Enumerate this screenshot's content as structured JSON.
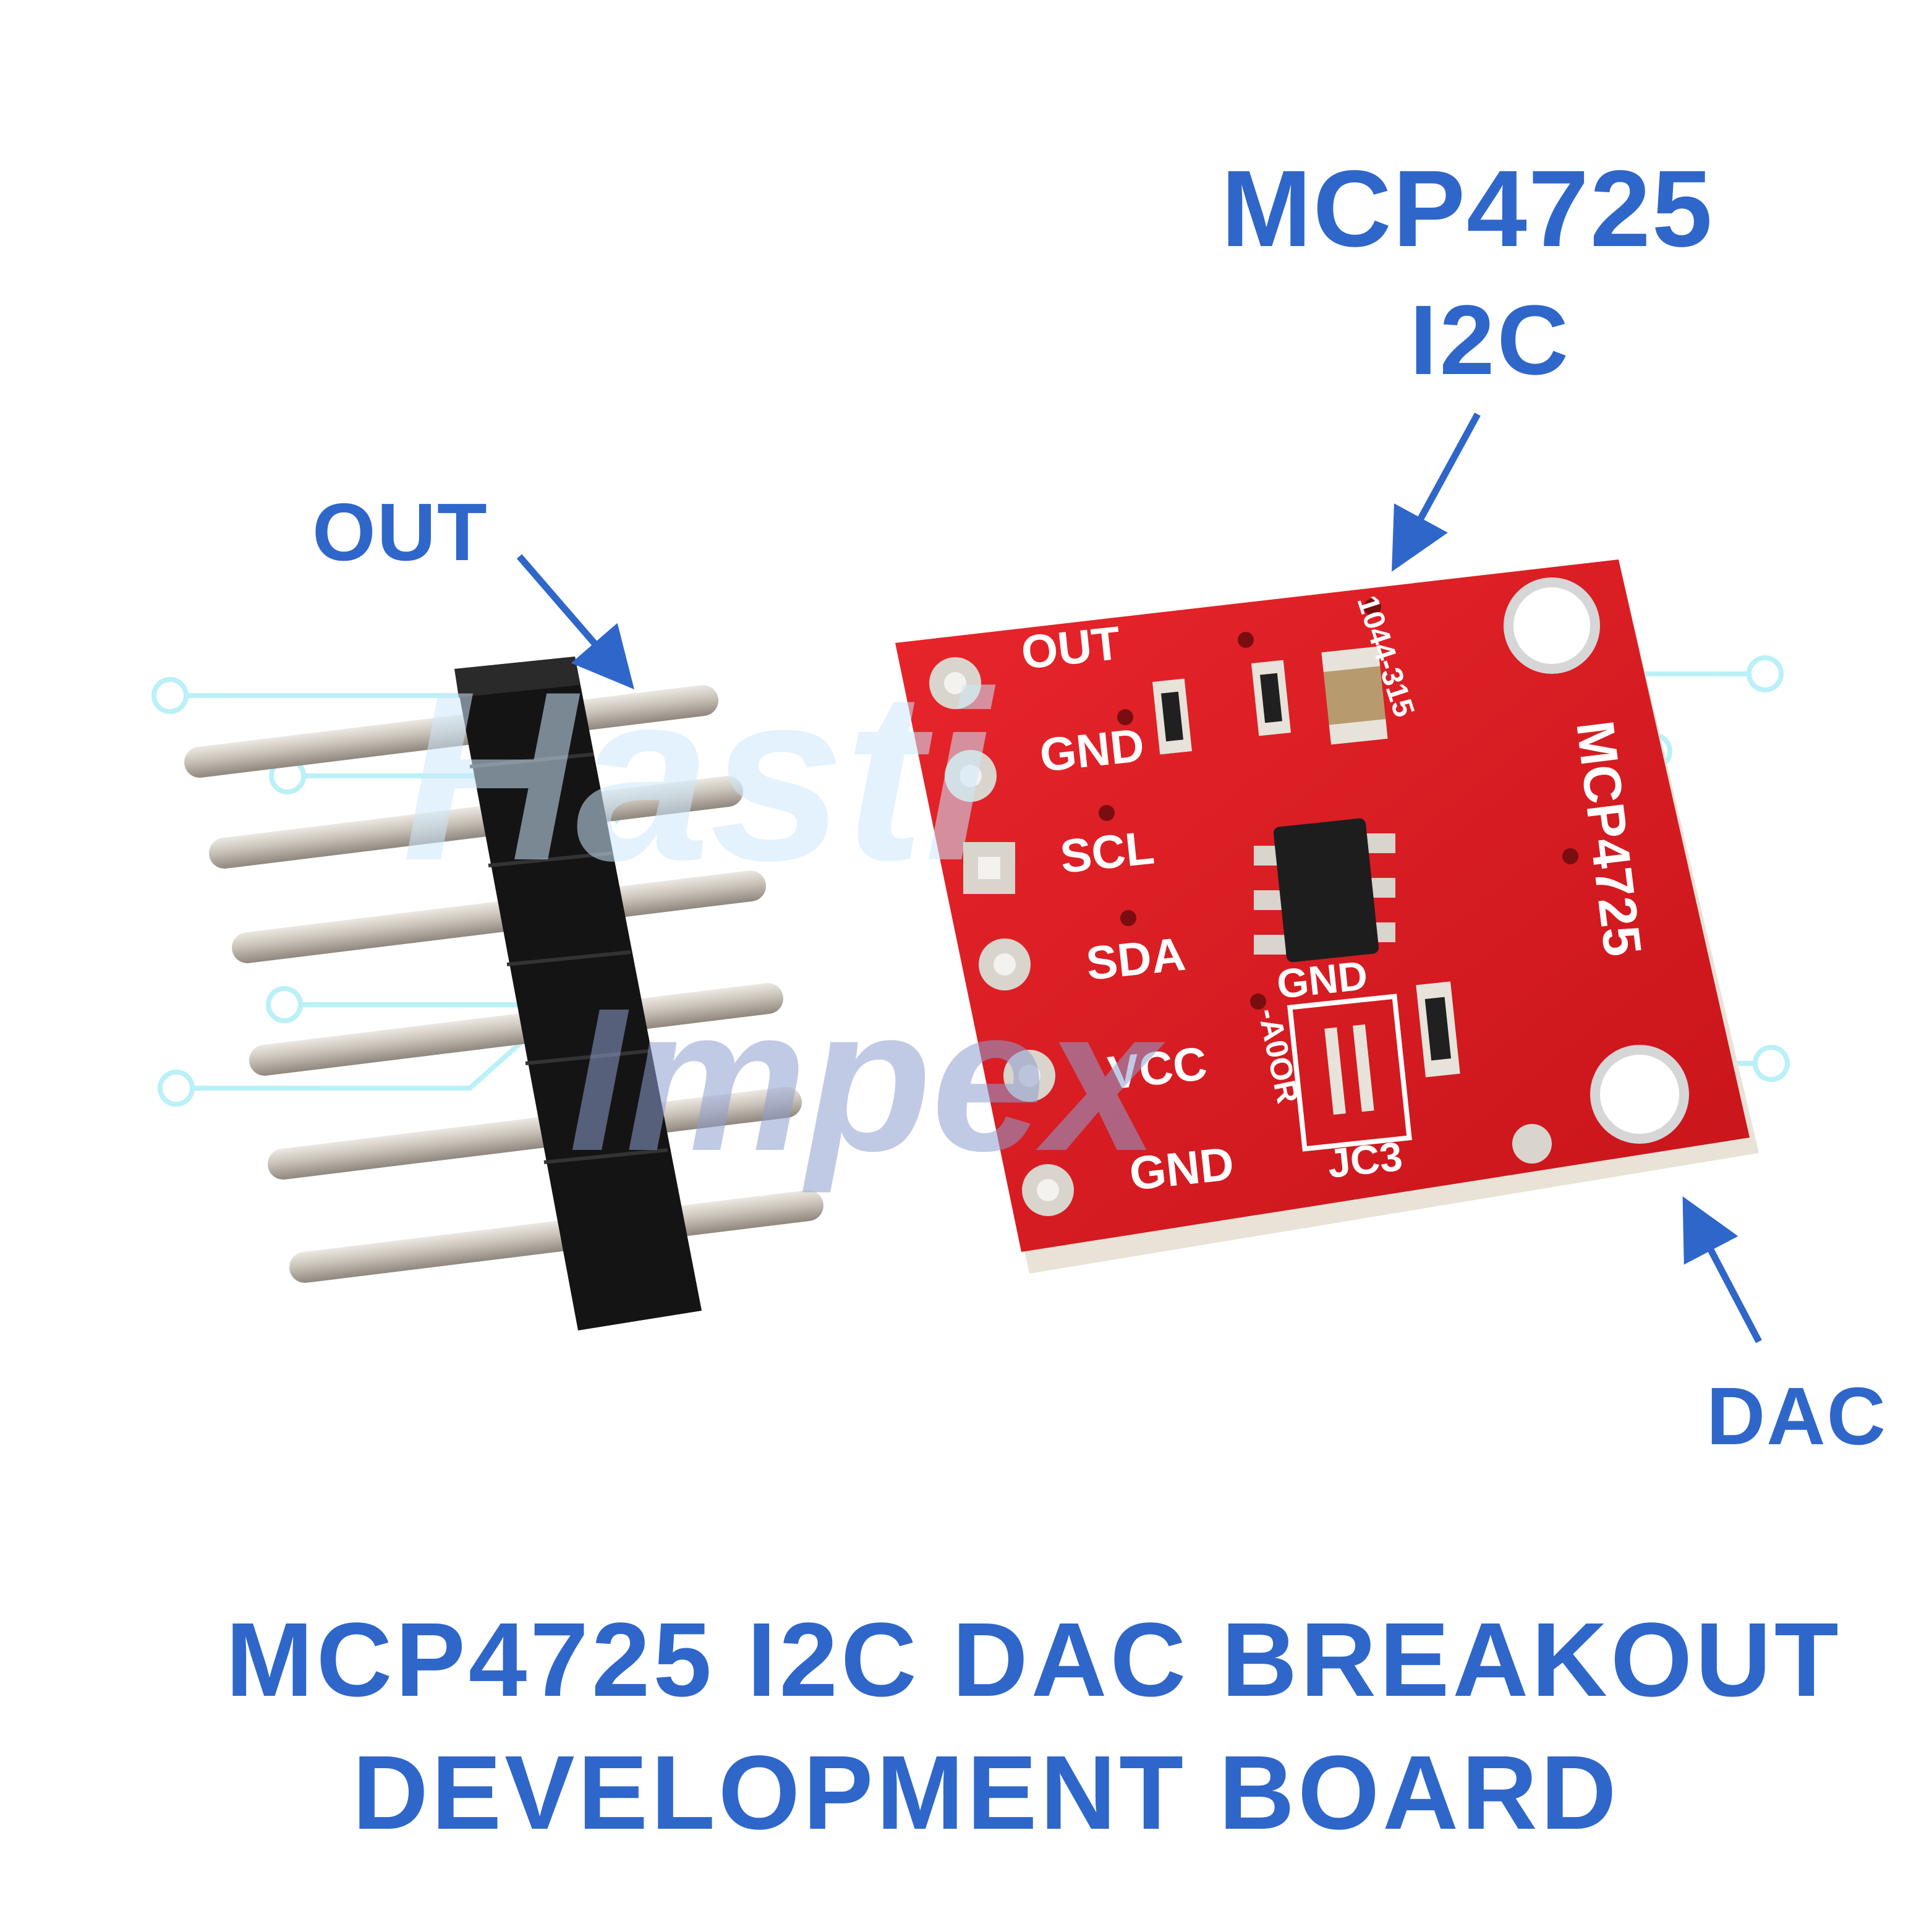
{
  "labels": {
    "title_part": "MCP4725",
    "bus": "I2C",
    "pin_callout": "OUT",
    "type_callout": "DAC"
  },
  "caption": {
    "line1": "MCP4725 I2C DAC BREAKOUT",
    "line2": "DEVELOPMENT BOARD"
  },
  "board": {
    "pins": [
      "OUT",
      "GND",
      "SCL",
      "SDA",
      "VCC",
      "GND"
    ],
    "chip_marking": "MCP4725",
    "address_jumper_label": "GND",
    "jumper_ref": "JC3",
    "side_code": "1044-315",
    "addr_note": "-A0OR"
  },
  "watermark": {
    "line1": "Hasti",
    "line2": "Impex"
  },
  "colors": {
    "label_blue": "#2f66c9",
    "pcb_red": "#dd1b22",
    "header_black": "#141414",
    "pin_silver": "#c9c2b8",
    "watermark_cyan": "#aeeef6"
  },
  "icons": [
    "arrow-icon"
  ]
}
